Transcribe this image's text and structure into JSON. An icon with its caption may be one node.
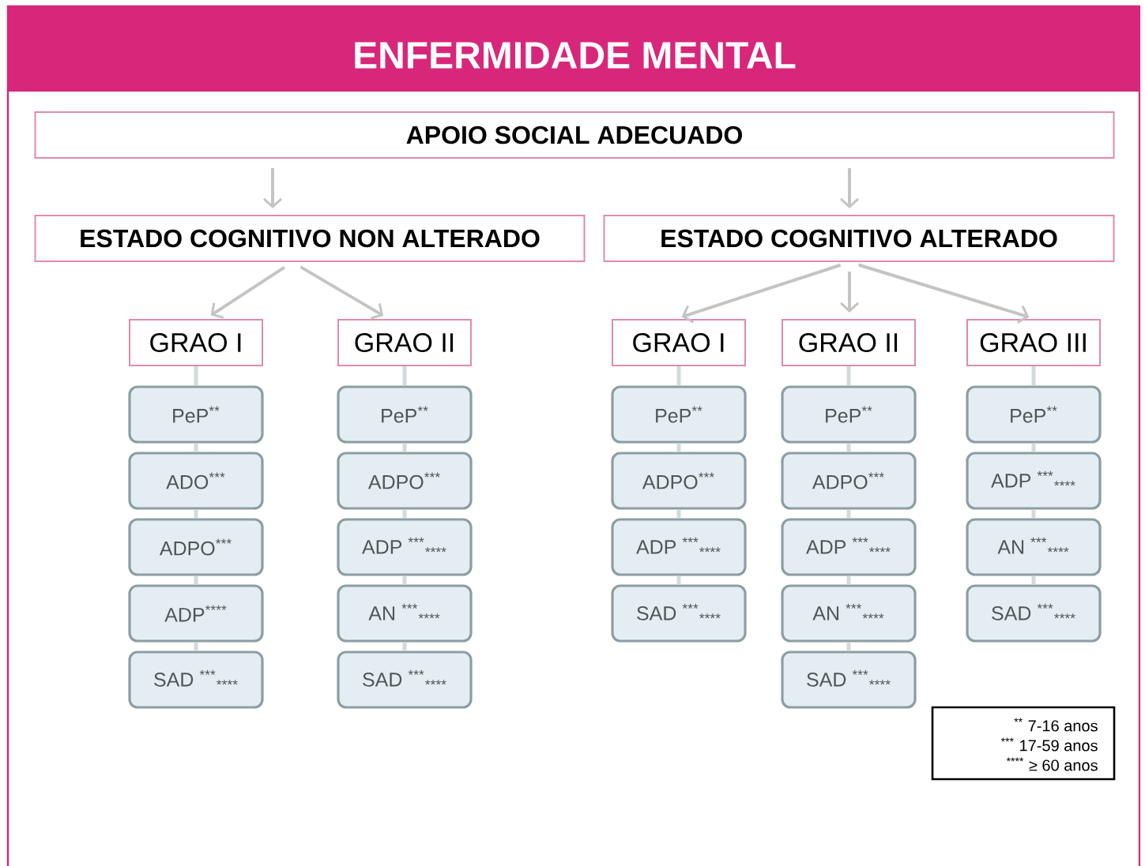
{
  "diagram": {
    "title": "ENFERMIDADE MENTAL",
    "nodes": [
      {
        "text": [
          "APOIO SOCIAL ADECUADO"
        ]
      },
      {
        "text": [
          "ESTADO  COGNITIVO NON ALTERADO"
        ]
      },
      {
        "text": [
          "ESTADO COGNITIVO ALTERADO"
        ]
      },
      {
        "text": [
          "GRAO I"
        ]
      },
      {
        "text": [
          "GRAO II"
        ]
      },
      {
        "text": [
          "GRAO I"
        ]
      },
      {
        "text": [
          "GRAO II"
        ]
      },
      {
        "text": [
          "GRAO III"
        ]
      },
      {
        "text": [
          "PeP$^{**}$"
        ]
      },
      {
        "text": [
          "ADO$^{***}$"
        ]
      },
      {
        "text": [
          "ADPO$^{***}$"
        ]
      },
      {
        "text": [
          "ADP$^{****}$"
        ]
      },
      {
        "text": [
          "SAD $^{***}$$_{****}$"
        ]
      },
      {
        "text": [
          "PeP$^{**}$"
        ]
      },
      {
        "text": [
          "ADPO$^{***}$"
        ]
      },
      {
        "text": [
          "ADP $^{***}$$_{****}$"
        ]
      },
      {
        "text": [
          "AN $^{***}$$_{****}$"
        ]
      },
      {
        "text": [
          "SAD $^{***}$$_{****}$"
        ]
      },
      {
        "text": [
          "PeP$^{**}$"
        ]
      },
      {
        "text": [
          "ADPO$^{***}$"
        ]
      },
      {
        "text": [
          "ADP $^{***}$$_{****}$"
        ]
      },
      {
        "text": [
          "SAD $^{***}$$_{****}$"
        ]
      },
      {
        "text": [
          "PeP$^{**}$"
        ]
      },
      {
        "text": [
          "ADPO$^{***}$"
        ]
      },
      {
        "text": [
          "ADP $^{***}$$_{****}$"
        ]
      },
      {
        "text": [
          "AN $^{***}$$_{****}$"
        ]
      },
      {
        "text": [
          "SAD $^{***}$$_{****}$"
        ]
      },
      {
        "text": [
          "PeP$^{**}$"
        ]
      },
      {
        "text": [
          "ADP $^{***}$$_{****}$"
        ]
      },
      {
        "text": [
          "AN $^{***}$$_{****}$"
        ]
      },
      {
        "text": [
          "SAD $^{***}$$_{****}$"
        ]
      }
    ],
    "edges": [
      {
        "from": 0,
        "to": 1,
        "arrow": "to"
      },
      {
        "from": 0,
        "to": 2,
        "arrow": "to"
      },
      {
        "from": 1,
        "to": 3,
        "arrow": "to"
      },
      {
        "from": 1,
        "to": 4,
        "arrow": "to"
      },
      {
        "from": 2,
        "to": 5,
        "arrow": "to"
      },
      {
        "from": 2,
        "to": 6,
        "arrow": "to"
      },
      {
        "from": 2,
        "to": 7,
        "arrow": "to"
      },
      {
        "from": 3,
        "to": 8,
        "arrow": "none"
      },
      {
        "from": 8,
        "to": 9,
        "arrow": "none"
      },
      {
        "from": 9,
        "to": 10,
        "arrow": "none"
      },
      {
        "from": 10,
        "to": 11,
        "arrow": "none"
      },
      {
        "from": 11,
        "to": 12,
        "arrow": "none"
      },
      {
        "from": 4,
        "to": 13,
        "arrow": "none"
      },
      {
        "from": 13,
        "to": 14,
        "arrow": "none"
      },
      {
        "from": 14,
        "to": 15,
        "arrow": "none"
      },
      {
        "from": 15,
        "to": 16,
        "arrow": "none"
      },
      {
        "from": 16,
        "to": 17,
        "arrow": "none"
      },
      {
        "from": 5,
        "to": 18,
        "arrow": "none"
      },
      {
        "from": 18,
        "to": 19,
        "arrow": "none"
      },
      {
        "from": 19,
        "to": 20,
        "arrow": "none"
      },
      {
        "from": 20,
        "to": 21,
        "arrow": "none"
      },
      {
        "from": 6,
        "to": 22,
        "arrow": "none"
      },
      {
        "from": 22,
        "to": 23,
        "arrow": "none"
      },
      {
        "from": 23,
        "to": 24,
        "arrow": "none"
      },
      {
        "from": 24,
        "to": 25,
        "arrow": "none"
      },
      {
        "from": 25,
        "to": 26,
        "arrow": "none"
      },
      {
        "from": 7,
        "to": 27,
        "arrow": "none"
      },
      {
        "from": 27,
        "to": 28,
        "arrow": "none"
      },
      {
        "from": 28,
        "to": 29,
        "arrow": "none"
      },
      {
        "from": 29,
        "to": 30,
        "arrow": "none"
      }
    ],
    "labels": [
      "$^{**}$ 7-16 anos",
      "$^{***}$ 17-59 anos",
      "$^{****}$ ≥ 60 anos"
    ]
  }
}
